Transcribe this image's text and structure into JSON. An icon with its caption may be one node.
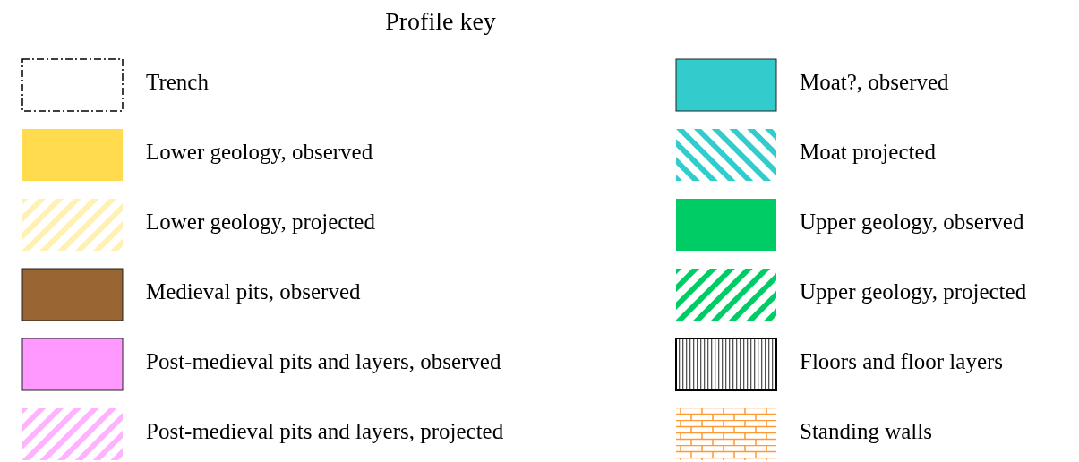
{
  "diagram": {
    "title": "Profile key",
    "legend": [
      {
        "text": "Trench"
      },
      {
        "text": "Lower geology, observed",
        "color": "#ffdb4d"
      },
      {
        "text": "Lower geology, projected"
      },
      {
        "text": "Medieval pits, observed",
        "color": "#996633"
      },
      {
        "text": "Post-medieval pits and layers, observed",
        "color": "#ff99ff"
      },
      {
        "text": "Post-medieval pits and layers, projected"
      },
      {
        "text": "Moat?, observed",
        "color": "#33cccc"
      },
      {
        "text": "Moat projected"
      },
      {
        "text": "Upper geology, observed",
        "color": "#00cc66"
      },
      {
        "text": "Upper geology, projected"
      },
      {
        "text": "Floors and floor layers"
      },
      {
        "text": "Standing walls"
      }
    ]
  }
}
